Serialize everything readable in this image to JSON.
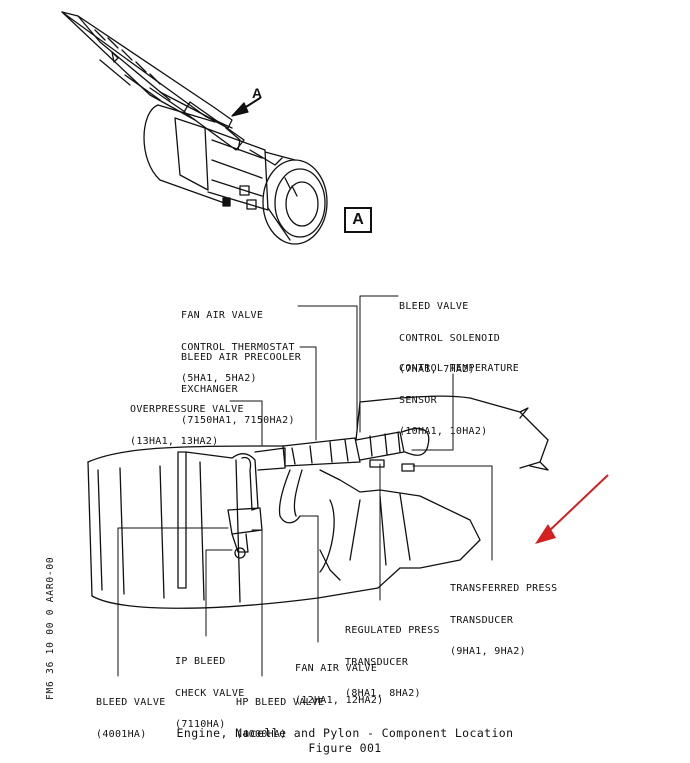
{
  "view": {
    "callout": "A",
    "box_label": "A"
  },
  "labels": {
    "fan_air_valve_thermostat": [
      "FAN AIR VALVE",
      "CONTROL THERMOSTAT",
      "(5HA1, 5HA2)"
    ],
    "bleed_valve_solenoid": [
      "BLEED VALVE",
      "CONTROL SOLENOID",
      "(7HA1, 7HA2)"
    ],
    "precooler": [
      "BLEED AIR PRECOOLER",
      "EXCHANGER",
      "(7150HA1, 7150HA2)"
    ],
    "temp_sensor": [
      "CONTROL TEMPERATURE",
      "SENSOR",
      "(10HA1, 10HA2)"
    ],
    "overpressure_valve": [
      "OVERPRESSURE VALVE",
      "(13HA1, 13HA2)"
    ],
    "transferred_press": [
      "TRANSFERRED PRESS",
      "TRANSDUCER",
      "(9HA1, 9HA2)"
    ],
    "regulated_press": [
      "REGULATED PRESS",
      "TRANSDUCER",
      "(8HA1, 8HA2)"
    ],
    "ip_check_valve": [
      "IP BLEED",
      "CHECK VALVE",
      "(7110HA)"
    ],
    "fan_air_valve": [
      "FAN AIR VALVE",
      "(12HA1, 12HA2)"
    ],
    "bleed_valve": [
      "BLEED VALVE",
      "(4001HA)"
    ],
    "hp_bleed_valve": [
      "HP BLEED VALVE",
      "(4000HA)"
    ]
  },
  "caption": {
    "title": "Engine, Nacelle and Pylon - Component Location",
    "figure": "Figure 001"
  },
  "side_code": "FM6 36 10 00 0 AAR0-00",
  "colors": {
    "line": "#111111",
    "pointer_arrow": "#d42020"
  }
}
